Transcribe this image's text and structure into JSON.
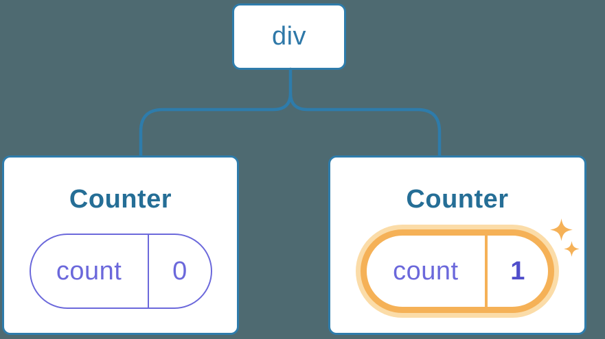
{
  "diagram": {
    "root": {
      "label": "div"
    },
    "children": [
      {
        "title": "Counter",
        "state": {
          "key": "count",
          "value": "0"
        },
        "highlighted": false
      },
      {
        "title": "Counter",
        "state": {
          "key": "count",
          "value": "1"
        },
        "highlighted": true
      }
    ]
  },
  "icons": [
    {
      "name": "sparkle-icon-large"
    },
    {
      "name": "sparkle-icon-small"
    }
  ],
  "colors": {
    "background": "#4e6a71",
    "card_background": "#ffffff",
    "node_border": "#2e7cab",
    "node_text": "#2e78a8",
    "title_text": "#256e96",
    "state_purple": "#6b68db",
    "state_value_bold": "#504ecb",
    "highlight_orange": "#f5b157",
    "highlight_halo": "#fbdca8"
  }
}
